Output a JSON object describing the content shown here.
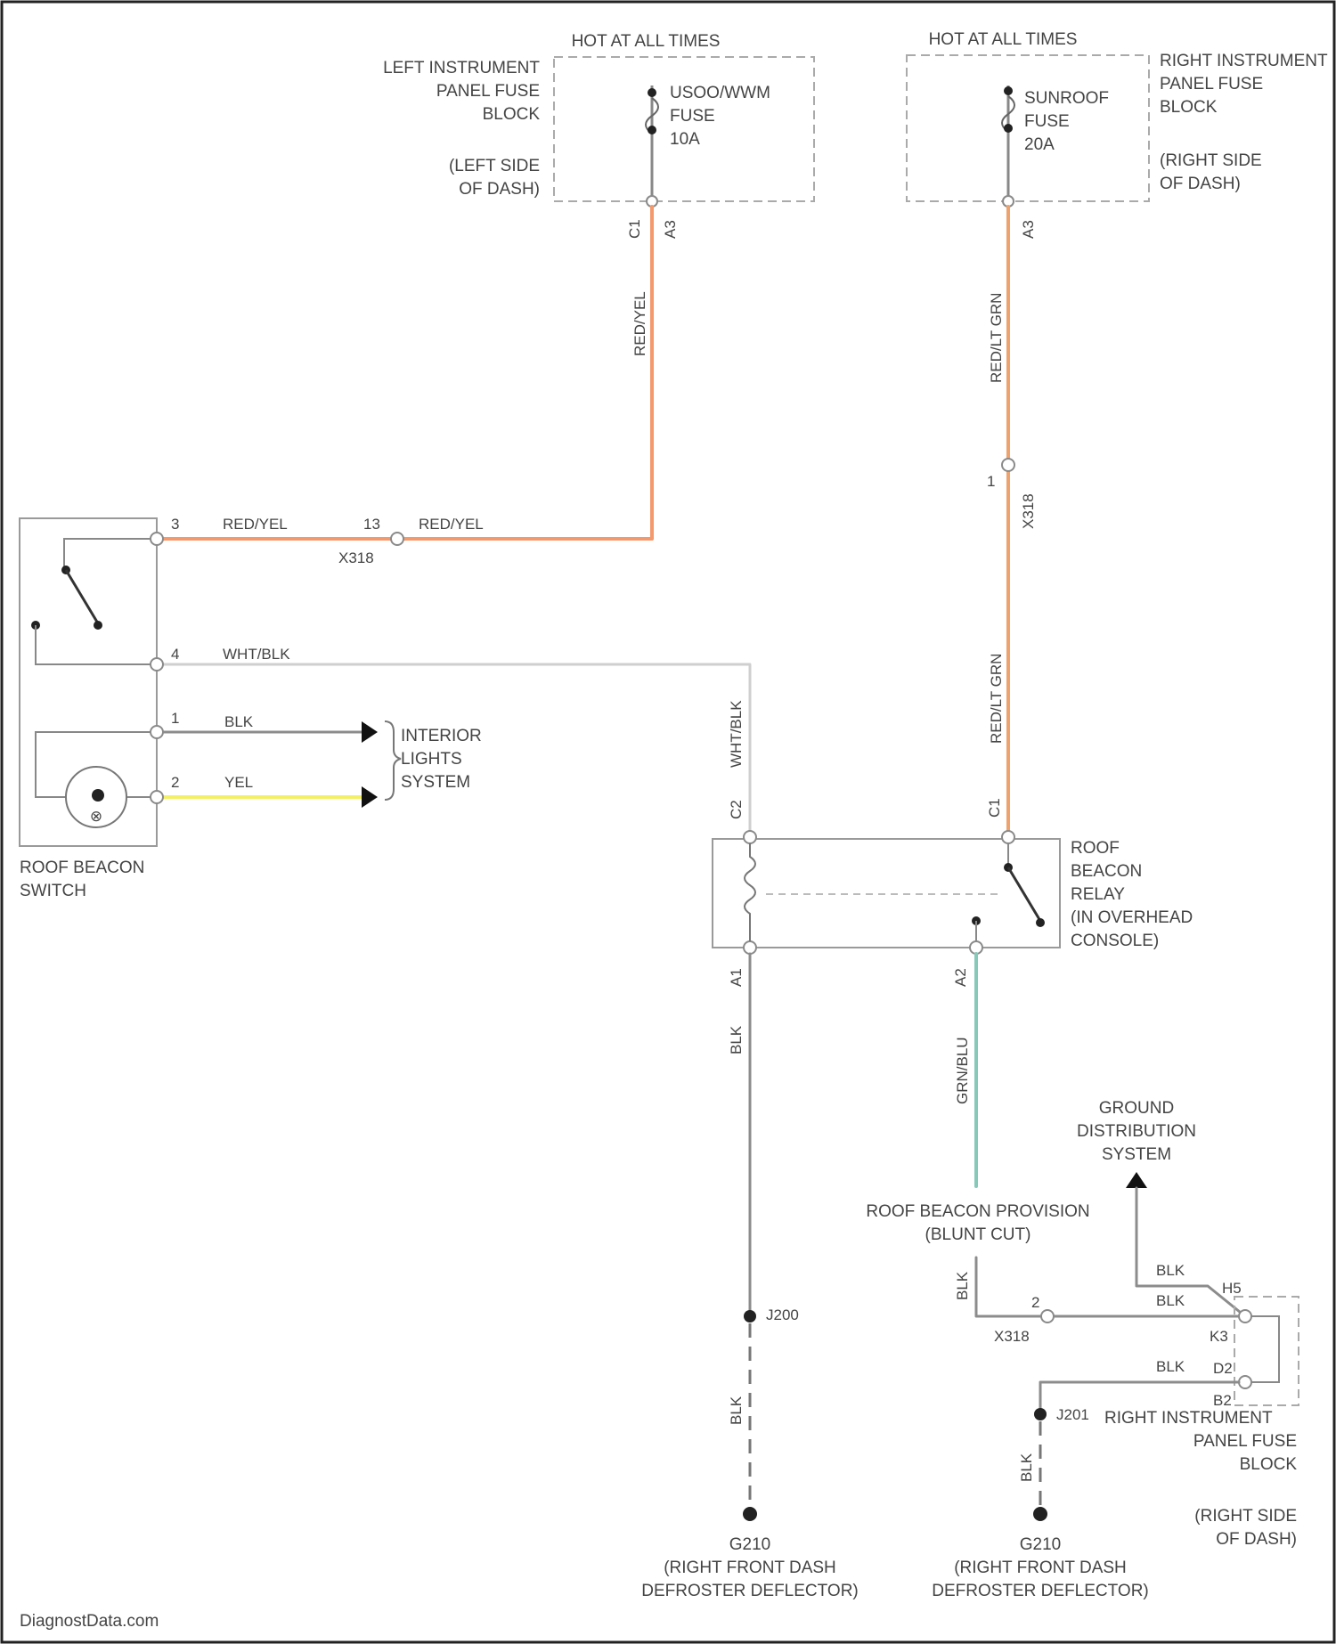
{
  "colors": {
    "red_yel": "#f4996c",
    "red_lt_grn": "#efa26e",
    "wht_blk": "#cfcfcf",
    "blk": "#8c8c8c",
    "yel": "#f3f066",
    "grn_blu": "#87c9b8",
    "text": "#444444",
    "frame": "#222222"
  },
  "fuse_left": {
    "header": "HOT AT ALL TIMES",
    "block_l1": "LEFT INSTRUMENT",
    "block_l2": "PANEL FUSE",
    "block_l3": "BLOCK",
    "side_l1": "(LEFT SIDE",
    "side_l2": "OF DASH)",
    "fuse_l1": "USOO/WWM",
    "fuse_l2": "FUSE",
    "fuse_l3": "10A",
    "pin_a": "C1",
    "pin_b": "A3"
  },
  "fuse_right": {
    "header": "HOT AT ALL TIMES",
    "block_l1": "RIGHT INSTRUMENT",
    "block_l2": "PANEL FUSE",
    "block_l3": "BLOCK",
    "side_l1": "(RIGHT SIDE",
    "side_l2": "OF DASH)",
    "fuse_l1": "SUNROOF",
    "fuse_l2": "FUSE",
    "fuse_l3": "20A",
    "pin_a": "A3"
  },
  "wires": {
    "red_yel_vert": "RED/YEL",
    "red_yel_1": "RED/YEL",
    "red_yel_2": "RED/YEL",
    "red_lt_grn_1": "RED/LT GRN",
    "red_lt_grn_2": "RED/LT GRN",
    "wht_blk_h": "WHT/BLK",
    "wht_blk_v": "WHT/BLK",
    "blk_switch": "BLK",
    "yel_switch": "YEL",
    "blk_relay": "BLK",
    "grn_blu": "GRN/BLU",
    "blk_prov": "BLK",
    "blk_g1": "BLK",
    "blk_g2": "BLK",
    "blk_g3": "BLK",
    "blk_j200": "BLK",
    "blk_j201": "BLK"
  },
  "connectors": {
    "x318_left": "X318",
    "x318_left_pin": "13",
    "x318_right": "X318",
    "x318_right_pin": "1",
    "x318_bottom": "X318",
    "x318_bottom_pin": "2",
    "relay_c2": "C2",
    "relay_c1": "C1",
    "relay_a1": "A1",
    "relay_a2": "A2",
    "fuse_pin_h5": "H5",
    "fuse_pin_k3": "K3",
    "fuse_pin_d2": "D2",
    "fuse_pin_b2": "B2"
  },
  "switch": {
    "name_l1": "ROOF BEACON",
    "name_l2": "SWITCH",
    "pin3": "3",
    "pin4": "4",
    "pin1": "1",
    "pin2": "2"
  },
  "interior": {
    "l1": "INTERIOR",
    "l2": "LIGHTS",
    "l3": "SYSTEM"
  },
  "relay": {
    "l1": "ROOF",
    "l2": "BEACON",
    "l3": "RELAY",
    "l4": "(IN OVERHEAD",
    "l5": "CONSOLE)"
  },
  "ground_dist": {
    "l1": "GROUND",
    "l2": "DISTRIBUTION",
    "l3": "SYSTEM"
  },
  "provision": {
    "l1": "ROOF BEACON PROVISION",
    "l2": "(BLUNT CUT)"
  },
  "fuse_block_bottom": {
    "l1": "RIGHT INSTRUMENT",
    "l2": "PANEL FUSE",
    "l3": "BLOCK",
    "s1": "(RIGHT SIDE",
    "s2": "OF DASH)"
  },
  "splices": {
    "j200": "J200",
    "j201": "J201"
  },
  "grounds": {
    "left_id": "G210",
    "left_l1": "(RIGHT FRONT DASH",
    "left_l2": "DEFROSTER DEFLECTOR)",
    "right_id": "G210",
    "right_l1": "(RIGHT FRONT DASH",
    "right_l2": "DEFROSTER DEFLECTOR)"
  },
  "watermark": "DiagnostData.com"
}
